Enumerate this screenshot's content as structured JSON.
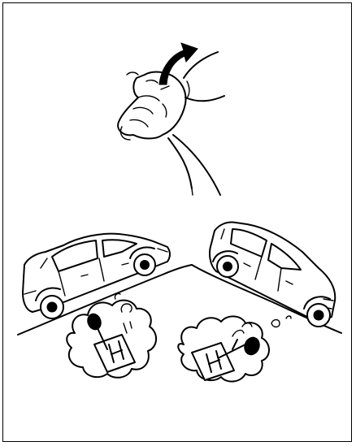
{
  "figure": {
    "border_color": "#000000",
    "background": "#ffffff",
    "panels": [
      {
        "id": "parking-brake",
        "icon": "hand-pulling-lever-icon"
      },
      {
        "id": "uphill-car",
        "icon": "car-facing-uphill-icon"
      },
      {
        "id": "downhill-car",
        "icon": "car-facing-downhill-icon"
      },
      {
        "id": "uphill-gear",
        "icon": "gear-shift-first-gear-icon"
      },
      {
        "id": "downhill-gear",
        "icon": "gear-shift-reverse-icon"
      }
    ]
  }
}
